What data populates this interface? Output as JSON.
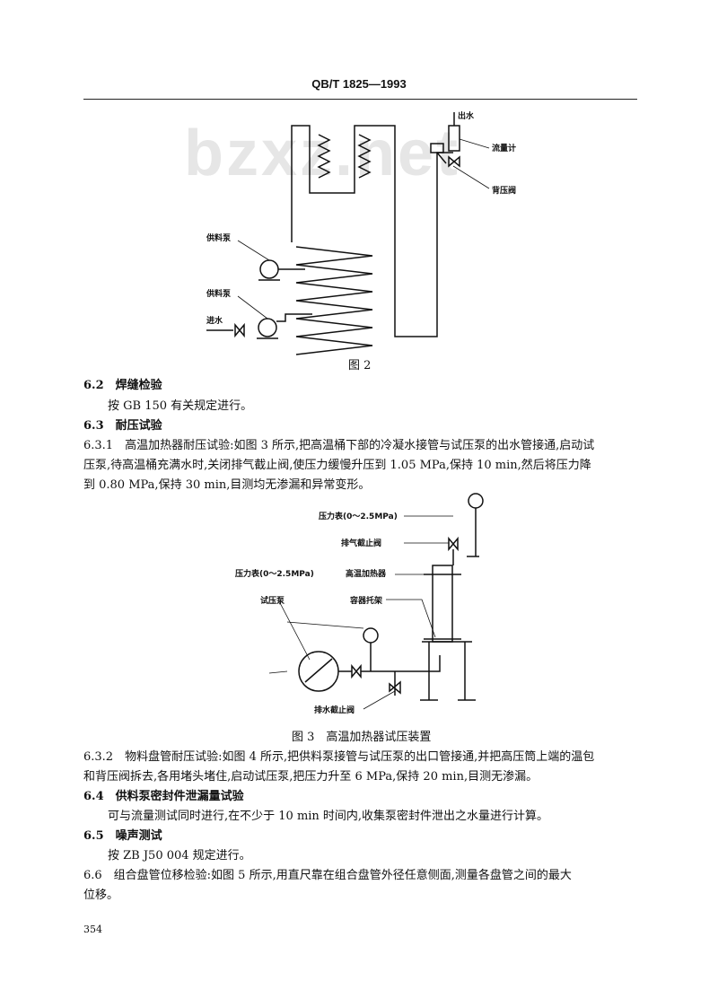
{
  "header": "QB/T 1825—1993",
  "watermark": "bzxz.net",
  "figure2": {
    "labels": {
      "outlet": "出水",
      "flowmeter": "流量计",
      "back_pressure_valve": "背压阀",
      "feed_pump_1": "供料泵",
      "feed_pump_2": "供料泵",
      "inlet": "进水"
    },
    "caption": "图 2"
  },
  "s62": {
    "title": "6.2　焊缝检验",
    "body": "按 GB 150 有关规定进行。"
  },
  "s63": {
    "title": "6.3　耐压试验"
  },
  "s631": {
    "lines": [
      "6.3.1　高温加热器耐压试验:如图 3 所示,把高温桶下部的冷凝水接管与试压泵的出水管接通,启动试",
      "压泵,待高温桶充满水时,关闭排气截止阀,使压力缓慢升压到 1.05 MPa,保持 10 min,然后将压力降",
      "到 0.80 MPa,保持 30 min,目测均无渗漏和异常变形。"
    ]
  },
  "figure3": {
    "labels": {
      "gauge_top": "压力表(0～2.5MPa)",
      "vent_valve": "排气截止阀",
      "gauge_left": "压力表(0～2.5MPa)",
      "heater": "高温加热器",
      "bracket": "容器托架",
      "test_pump": "试压泵",
      "drain_valve": "排水截止阀"
    },
    "caption": "图 3　高温加热器试压装置"
  },
  "s632": {
    "lines": [
      "6.3.2　物料盘管耐压试验:如图 4 所示,把供料泵接管与试压泵的出口管接通,并把高压筒上端的温包",
      "和背压阀拆去,各用堵头堵住,启动试压泵,把压力升至 6 MPa,保持 20 min,目测无渗漏。"
    ]
  },
  "s64": {
    "title": "6.4　供料泵密封件泄漏量试验",
    "body": "可与流量测试同时进行,在不少于 10 min 时间内,收集泵密封件泄出之水量进行计算。"
  },
  "s65": {
    "title": "6.5　噪声测试",
    "body": "按 ZB J50 004 规定进行。"
  },
  "s66": {
    "lines": [
      "6.6　组合盘管位移检验:如图 5 所示,用直尺靠在组合盘管外径任意侧面,测量各盘管之间的最大",
      "位移。"
    ]
  },
  "page_number": "354"
}
